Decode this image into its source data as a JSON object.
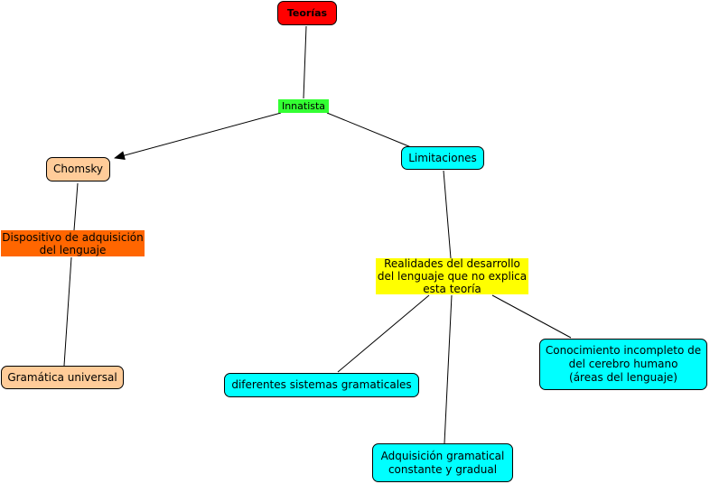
{
  "colors": {
    "root": "#ff0000",
    "green": "#33ff33",
    "peach": "#ffcc99",
    "cyan": "#00ffff",
    "orange": "#ff6600",
    "yellow": "#ffff00",
    "line": "#000000"
  },
  "nodes": {
    "teorias": "Teorías",
    "innatista": "Innatista",
    "chomsky": "Chomsky",
    "limitaciones": "Limitaciones",
    "dispositivo": "Dispositivo de adquisición\ndel lenguaje",
    "realidades": "Realidades del desarrollo\ndel lenguaje que no explica\nesta teoría",
    "gramatica": "Gramática universal",
    "diferentes": "diferentes sistemas gramaticales",
    "conocimiento": "Conocimiento incompleto de\ndel cerebro humano\n(áreas del lenguaje)",
    "adquisicion": "Adquisición gramatical\nconstante y gradual"
  },
  "edges": [
    {
      "from": "teorias",
      "to": "innatista",
      "arrow": false
    },
    {
      "from": "innatista",
      "to": "chomsky",
      "arrow": true
    },
    {
      "from": "innatista",
      "to": "limitaciones",
      "arrow": false
    },
    {
      "from": "chomsky",
      "to": "dispositivo",
      "arrow": false
    },
    {
      "from": "dispositivo",
      "to": "gramatica",
      "arrow": false
    },
    {
      "from": "limitaciones",
      "to": "realidades",
      "arrow": false
    },
    {
      "from": "realidades",
      "to": "diferentes",
      "arrow": false
    },
    {
      "from": "realidades",
      "to": "adquisicion",
      "arrow": false
    },
    {
      "from": "realidades",
      "to": "conocimiento",
      "arrow": false
    }
  ]
}
